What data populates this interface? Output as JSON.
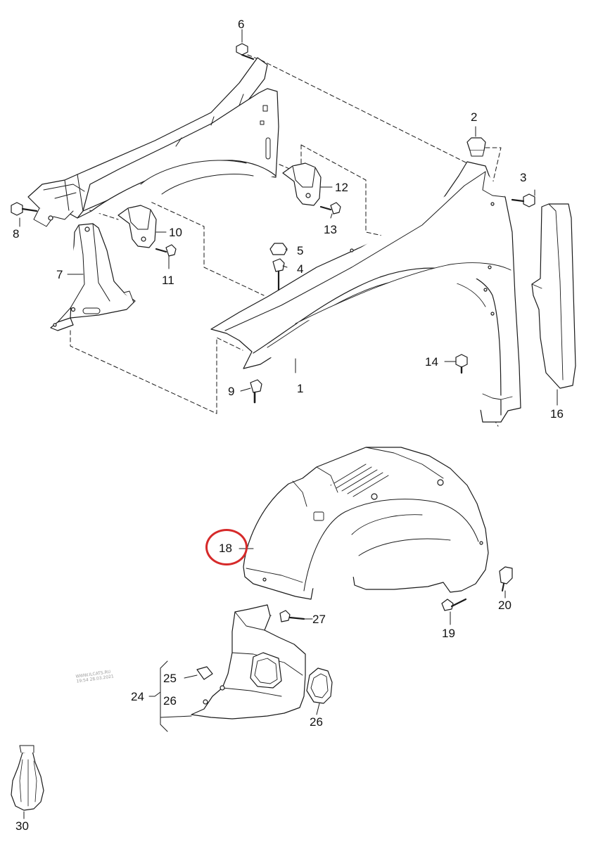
{
  "callouts": {
    "p1": "1",
    "p2": "2",
    "p3": "3",
    "p4": "4",
    "p5": "5",
    "p6": "6",
    "p7": "7",
    "p8": "8",
    "p9": "9",
    "p10": "10",
    "p11": "11",
    "p12": "12",
    "p13": "13",
    "p14": "14",
    "p16": "16",
    "p18": "18",
    "p19": "19",
    "p20": "20",
    "p24": "24",
    "p25": "25",
    "p26a": "26",
    "p26b": "26",
    "p27": "27",
    "p30": "30"
  },
  "watermark": {
    "line1": "WWW.ILCATS.RU",
    "line2": "19:54 28.03.2021"
  },
  "highlight": {
    "part": "18",
    "color": "#d62a2a"
  }
}
